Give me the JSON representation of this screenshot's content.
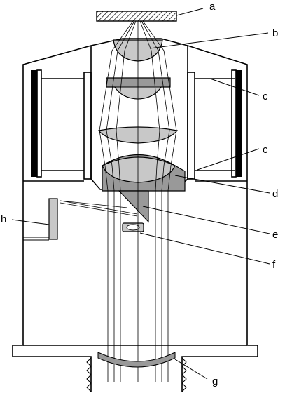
{
  "labels": {
    "a": "a",
    "b": "b",
    "c1": "c",
    "c2": "c",
    "d": "d",
    "e": "e",
    "f": "f",
    "g": "g",
    "h": "h"
  },
  "colors": {
    "line": "#000000",
    "lens_fill": "#c8c8c8",
    "mount_fill": "#999999",
    "background": "#ffffff"
  }
}
